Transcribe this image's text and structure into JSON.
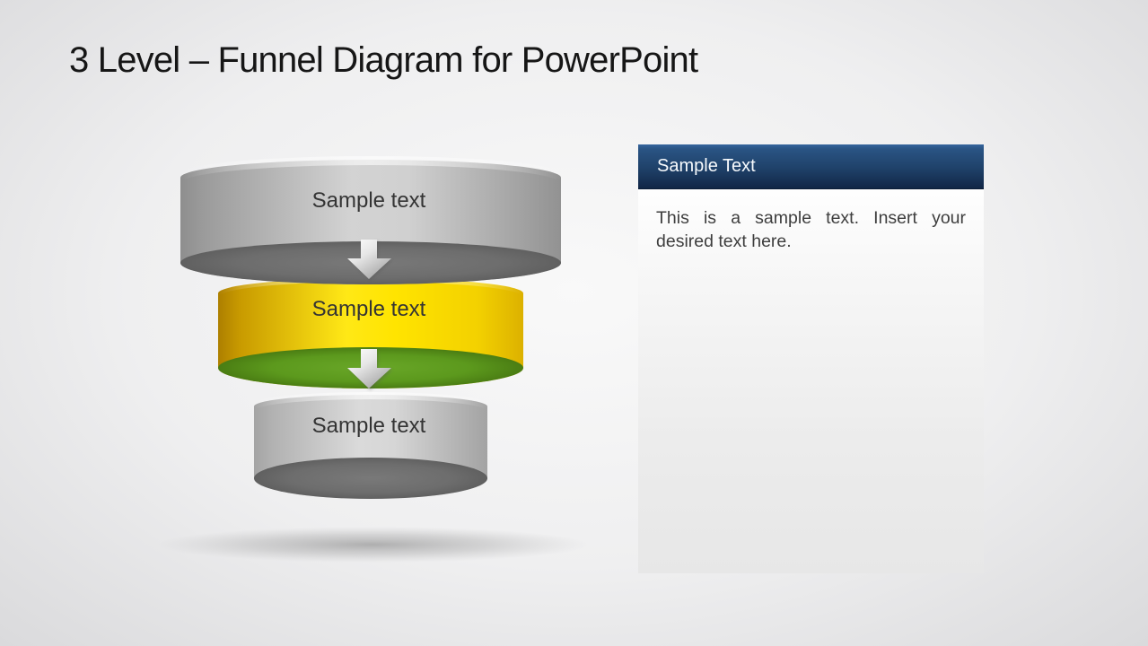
{
  "slide": {
    "title": "3 Level – Funnel Diagram for PowerPoint"
  },
  "funnel": {
    "levels": [
      {
        "label": "Sample text",
        "side_color": "#d3d3d3",
        "underside_color": "#6e6e6e"
      },
      {
        "label": "Sample text",
        "side_color": "#ffe400",
        "underside_color": "#5c991d"
      },
      {
        "label": "Sample text",
        "side_color": "#dadada",
        "underside_color": "#6e6e6e"
      }
    ],
    "connector_icon": "arrow-down"
  },
  "panel": {
    "title": "Sample Text",
    "body_text": "This is a sample text. Insert your desired text here."
  },
  "colors": {
    "accent_yellow": "#ffe400",
    "accent_green": "#5c991d",
    "header_navy": "#1d3f68",
    "cylinder_gray": "#b9b9b9",
    "title_text": "#161616"
  }
}
